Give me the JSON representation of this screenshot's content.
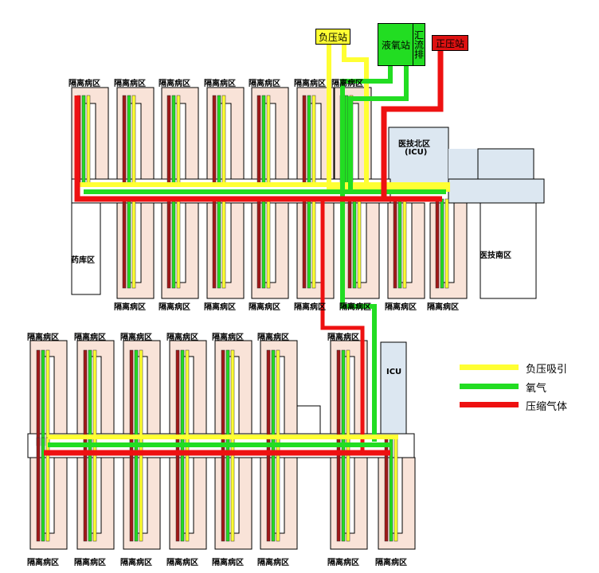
{
  "stations": {
    "negative": "负压站",
    "oxygen": "液氧站",
    "manifold": "汇流排",
    "positive": "正压站"
  },
  "areas": {
    "north_tech": "医技北区",
    "north_tech_sub": "(ICU)",
    "south_tech": "医技南区",
    "pharmacy": "药库区",
    "icu": "ICU"
  },
  "ward_label": "隔离病区",
  "legend": [
    {
      "label": "负压吸引",
      "color": "#ffff33"
    },
    {
      "label": "氧气",
      "color": "#22dd22"
    },
    {
      "label": "压缩气体",
      "color": "#ee1111"
    }
  ],
  "colors": {
    "wing": "#f9e3d8",
    "tech": "#dce7f1",
    "yellow": "#ffff33",
    "green": "#22dd22",
    "red": "#ee1111",
    "darkred": "#a01818"
  }
}
